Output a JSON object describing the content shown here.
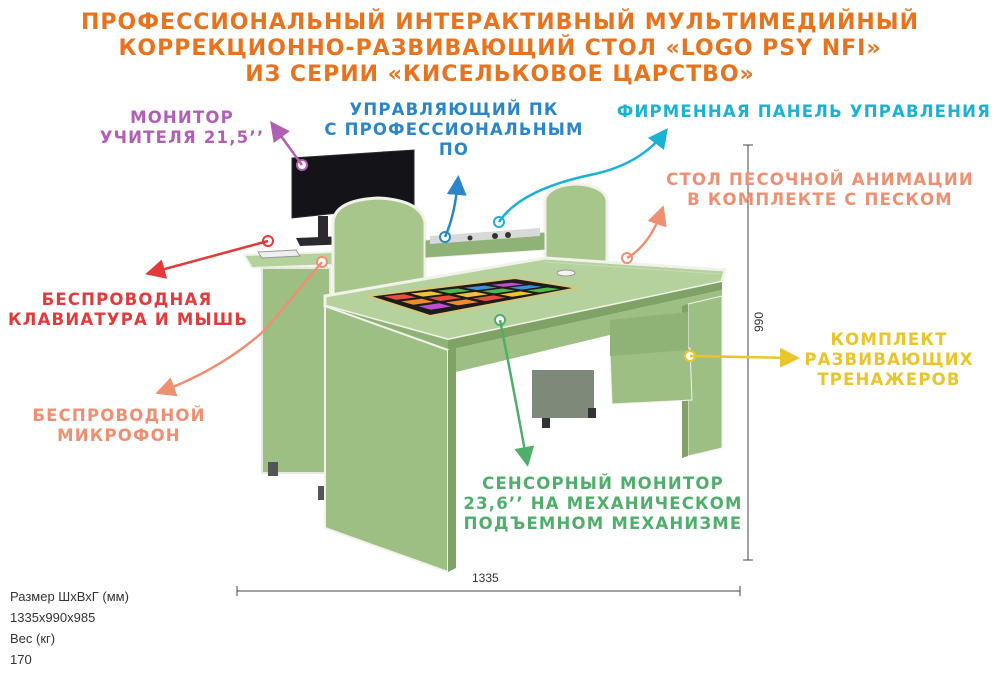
{
  "title": {
    "line1": "ПРОФЕССИОНАЛЬНЫЙ ИНТЕРАКТИВНЫЙ МУЛЬТИМЕДИЙНЫЙ",
    "line2": "КОРРЕКЦИОННО-РАЗВИВАЮЩИЙ СТОЛ «LOGO PSY NFI»",
    "line3": "ИЗ СЕРИИ «КИСЕЛЬКОВОЕ ЦАРСТВО»"
  },
  "labels": {
    "teacher_monitor": {
      "line1": "МОНИТОР",
      "line2": "УЧИТЕЛЯ 21,5’’",
      "color": "#b05fb5"
    },
    "control_pc": {
      "line1": "УПРАВЛЯЮЩИЙ ПК",
      "line2": "С ПРОФЕССИОНАЛЬНЫМ",
      "line3": "ПО",
      "color": "#2a86c8"
    },
    "control_panel": {
      "line1": "ФИРМЕННАЯ ПАНЕЛЬ УПРАВЛЕНИЯ",
      "color": "#1ab2d3"
    },
    "sand_table": {
      "line1": "СТОЛ ПЕСОЧНОЙ АНИМАЦИИ",
      "line2": "В КОМПЛЕКТЕ С ПЕСКОМ",
      "color": "#ef8f72"
    },
    "keyboard_mouse": {
      "line1": "БЕСПРОВОДНАЯ",
      "line2": "КЛАВИАТУРА И МЫШЬ",
      "color": "#e23a3a"
    },
    "microphone": {
      "line1": "БЕСПРОВОДНОЙ",
      "line2": "МИКРОФОН",
      "color": "#ef8f72"
    },
    "trainers": {
      "line1": "КОМПЛЕКТ",
      "line2": "РАЗВИВАЮЩИХ",
      "line3": "ТРЕНАЖЕРОВ",
      "color": "#e9c42a"
    },
    "touch_monitor": {
      "line1": "СЕНСОРНЫЙ МОНИТОР",
      "line2": "23,6’’ НА МЕХАНИЧЕСКОМ",
      "line3": "ПОДЪЕМНОМ МЕХАНИЗМЕ",
      "color": "#4fae6a"
    }
  },
  "dimensions": {
    "width": "1335",
    "height": "990"
  },
  "specs": {
    "size_label": "Размер ШхВхГ (мм)",
    "size_value": "1335х990х985",
    "weight_label": "Вес (кг)",
    "weight_value": "170"
  },
  "colors": {
    "desk_green": "#9dbf84",
    "desk_light": "#b5d19c",
    "desk_dark": "#7fa267",
    "edge": "#f2f2ea"
  }
}
